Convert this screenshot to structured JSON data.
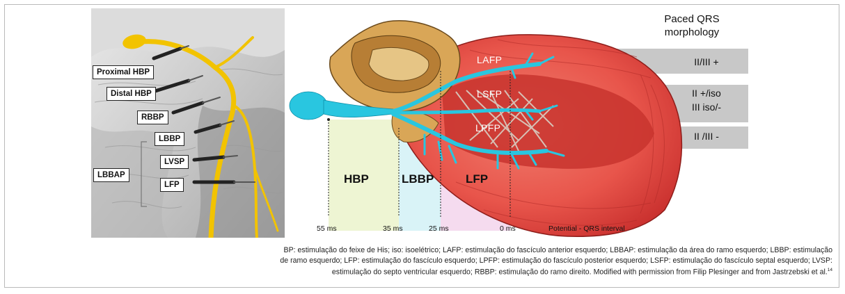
{
  "left_labels": {
    "proximal_hbp": "Proximal HBP",
    "distal_hbp": "Distal HBP",
    "rbbp": "RBBP",
    "lbbp": "LBBP",
    "lvsp": "LVSP",
    "lfp": "LFP",
    "lbbap": "LBBAP"
  },
  "fascicles": {
    "lafp": "LAFP",
    "lsfp": "LSFP",
    "lpfp": "LPFP"
  },
  "zones": {
    "hbp": "HBP",
    "lbbp": "LBBP",
    "lfp": "LFP"
  },
  "qrs": {
    "title_line1": "Paced QRS",
    "title_line2": "morphology",
    "band1": "II/III +",
    "band2_line1": "II +/iso",
    "band2_line2": "III iso/-",
    "band3": "II /III -"
  },
  "timeline": {
    "t1": "55 ms",
    "t2": "35 ms",
    "t3": "25 ms",
    "t4": "0 ms",
    "axis_label": "Potential - QRS interval"
  },
  "caption": {
    "line1": "BP: estimulação do feixe de His; iso:  isoelétrico; LAFP: estimulação do fascículo anterior esquerdo; LBBAP: estimulação da área do ramo esquerdo; LBBP: estimulação",
    "line2": "de ramo esquerdo; LFP: estimulação do fascículo esquerdo; LPFP:  estimulação do fascículo posterior esquerdo; LSFP: estimulação do fascículo septal esquerdo; LVSP:",
    "line3": "estimulação do septo ventricular esquerdo; RBBP:  estimulação do ramo direito. Modified with permission from Filip Plesinger and from Jastrzebski et al.",
    "ref": "14"
  }
}
